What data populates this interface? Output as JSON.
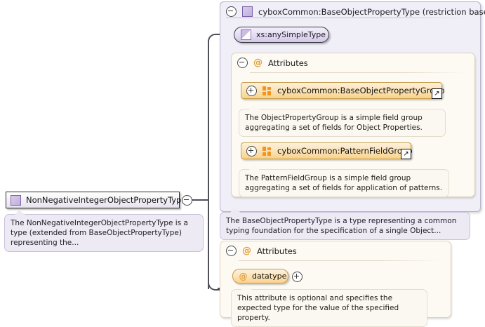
{
  "diagram": {
    "kind": "xml-schema-type-diagram",
    "colors": {
      "type_purple": "#bfaedd",
      "panel_purple_bg": "#f0eef6",
      "attribute_orange": "#f0961e",
      "group_box_fill": "#fbe2b4",
      "connector": "#4f4f58"
    }
  },
  "left_type": {
    "label": "NonNegativeIntegerObjectPropertyType",
    "icon": "complex-type-square-icon",
    "toggle": "collapse-toggle-icon",
    "description": "The NonNegativeIntegerObjectPropertyType is a type (extended from BaseObjectPropertyType) representing the..."
  },
  "restriction_panel": {
    "title": "cyboxCommon:BaseObjectPropertyType (restriction base)",
    "icon": "complex-type-square-icon",
    "toggle": "collapse-toggle-icon",
    "simple_type": {
      "label": "xs:anySimpleType",
      "icon": "simple-type-icon"
    },
    "attributes_section": {
      "title": "Attributes",
      "icon": "at-sign-icon",
      "toggle": "collapse-toggle-icon",
      "groups": [
        {
          "label": "cyboxCommon:BaseObjectPropertyGroup",
          "icon": "attribute-group-icon",
          "toggle": "expand-toggle-icon",
          "link_icon": "external-link-icon",
          "description": "The ObjectPropertyGroup is a simple field group aggregating a set of fields for Object Properties."
        },
        {
          "label": "cyboxCommon:PatternFieldGroup",
          "icon": "attribute-group-icon",
          "toggle": "expand-toggle-icon",
          "link_icon": "external-link-icon",
          "description": "The PatternFieldGroup is a simple field group aggregating a set of fields for application of patterns."
        }
      ]
    },
    "description": "The BaseObjectPropertyType is a type representing a common typing foundation for the specification of a single Object..."
  },
  "bottom_attributes": {
    "title": "Attributes",
    "icon": "at-sign-icon",
    "toggle": "collapse-toggle-icon",
    "attribute": {
      "label": "datatype",
      "icon": "at-sign-icon",
      "toggle": "expand-toggle-icon",
      "description": "This attribute is optional and specifies the expected type for the value of the specified property."
    }
  }
}
